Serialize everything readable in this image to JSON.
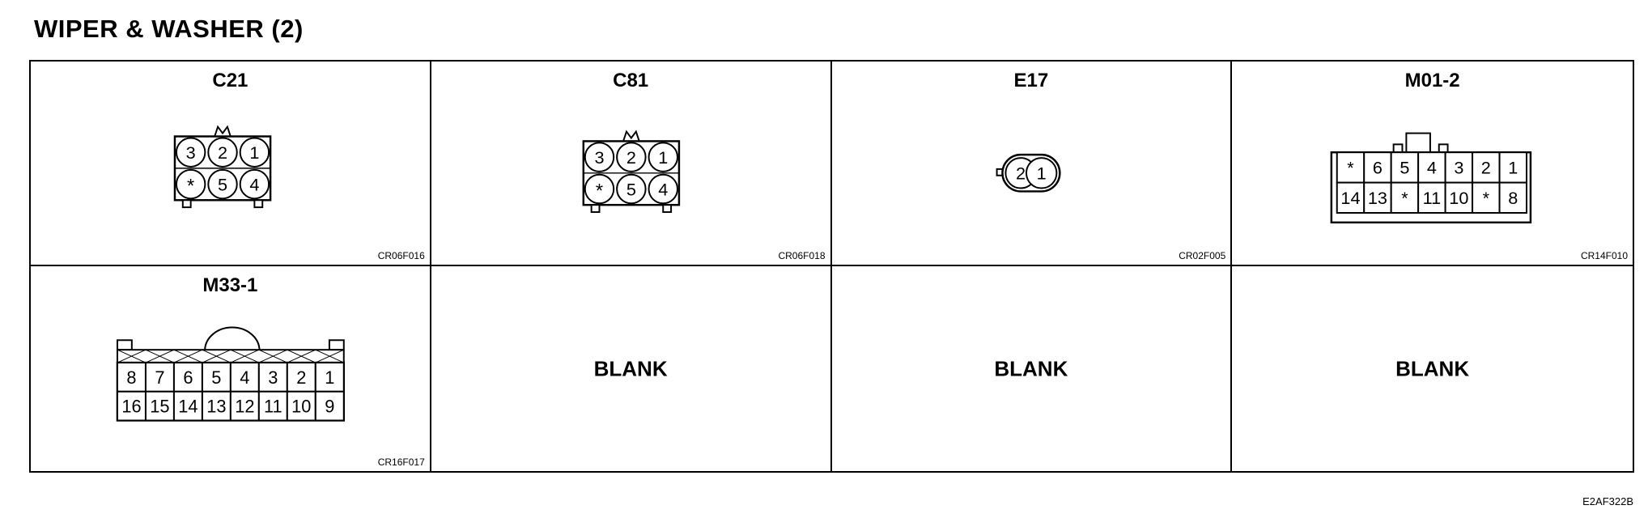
{
  "title": "WIPER & WASHER (2)",
  "connectors": [
    {
      "name": "C21",
      "code": "CR06F016",
      "pins_top": [
        "3",
        "2",
        "1"
      ],
      "pins_bottom": [
        "*",
        "5",
        "4"
      ]
    },
    {
      "name": "C81",
      "code": "CR06F018",
      "pins_top": [
        "3",
        "2",
        "1"
      ],
      "pins_bottom": [
        "*",
        "5",
        "4"
      ]
    },
    {
      "name": "E17",
      "code": "CR02F005",
      "pins": [
        "2",
        "1"
      ]
    },
    {
      "name": "M01-2",
      "code": "CR14F010",
      "pins_top": [
        "*",
        "6",
        "5",
        "4",
        "3",
        "2",
        "1"
      ],
      "pins_bottom": [
        "14",
        "13",
        "*",
        "11",
        "10",
        "*",
        "8"
      ]
    },
    {
      "name": "M33-1",
      "code": "CR16F017",
      "pins_top": [
        "8",
        "7",
        "6",
        "5",
        "4",
        "3",
        "2",
        "1"
      ],
      "pins_bottom": [
        "16",
        "15",
        "14",
        "13",
        "12",
        "11",
        "10",
        "9"
      ]
    }
  ],
  "blanks": [
    "BLANK",
    "BLANK",
    "BLANK"
  ],
  "figure_code": "E2AF322B"
}
